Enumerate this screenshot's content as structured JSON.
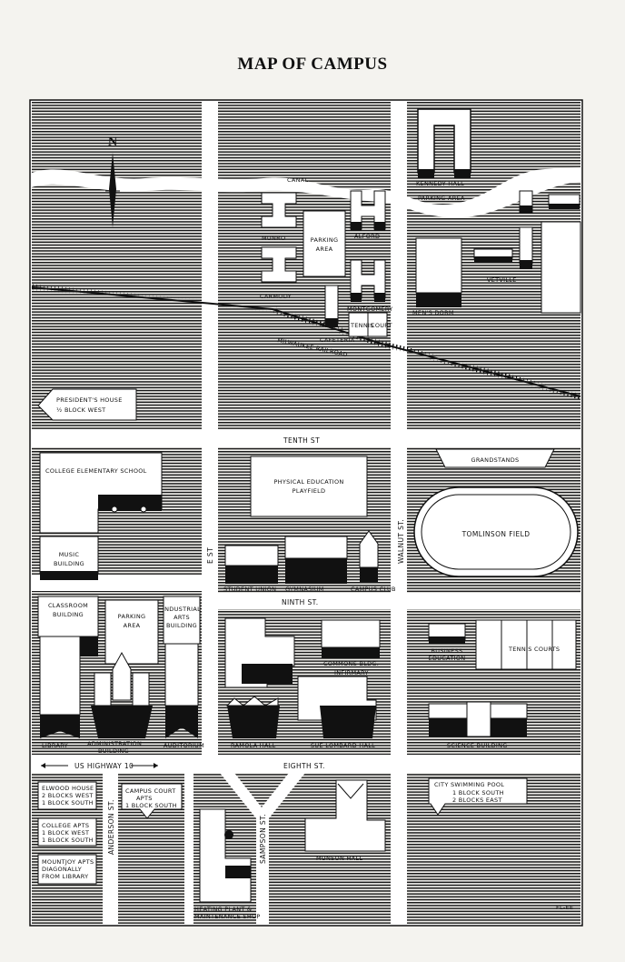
{
  "title": "MAP OF CAMPUS",
  "colors": {
    "ink": "#111111",
    "paper": "#f4f3ef",
    "white": "#ffffff"
  },
  "compass": {
    "north_label": "N"
  },
  "waterways": {
    "canal": "CANAL"
  },
  "railroad": {
    "label": "MILWAUKEE RAILROAD"
  },
  "streets": {
    "tenth": "TENTH ST",
    "ninth": "NINTH ST.",
    "eighth": "EIGHTH ST.",
    "e_st": "E ST",
    "walnut": "WALNUT ST.",
    "anderson": "ANDERSON ST.",
    "sampson": "SAMPSON ST.",
    "highway": "US HIGHWAY 10"
  },
  "buildings": {
    "kennedy_hall": "KENNEDY HALL",
    "parking_area_top": "PARKING AREA",
    "munro": "MUNRO",
    "alford": "ALFORD",
    "parking_center": [
      "PARKING",
      "AREA"
    ],
    "carmody": "CARMODY",
    "montgomery": "MONTGOMERY",
    "tennis_court": [
      "TENNIS",
      "COURT"
    ],
    "cafeteria": "CAFETERIA",
    "vetville": "VETVILLE",
    "mens_dorm": "MEN'S DORM",
    "college_elementary": "COLLEGE ELEMENTARY SCHOOL",
    "music": [
      "MUSIC",
      "BUILDING"
    ],
    "classroom": [
      "CLASSROOM",
      "BUILDING"
    ],
    "parking_area_left": [
      "PARKING",
      "AREA"
    ],
    "industrial_arts": [
      "INDUSTRIAL",
      "ARTS",
      "BUILDING"
    ],
    "pe_playfield": [
      "PHYSICAL EDUCATION",
      "PLAYFIELD"
    ],
    "student_union": "STUDENT UNION",
    "gymnasium": "GYMNASIUM",
    "campus_club": "CAMPUS CLUB",
    "grandstands": "GRANDSTANDS",
    "tomlinson_field": "TOMLINSON FIELD",
    "library": "LIBRARY",
    "administration": [
      "ADMINISTRATION",
      "BUILDING"
    ],
    "auditorium": "AUDITORIUM",
    "commons": "COMMONS BLDG.",
    "infirmary": "INFIRMARY",
    "ramola_hall": "RAMOLA HALL",
    "sue_lombard": "SUE LOMBARD HALL",
    "business_education": [
      "BUSINESS",
      "EDUCATION"
    ],
    "tennis_courts": "TENNIS   COURTS",
    "science": "SCIENCE BUILDING",
    "heating_plant": [
      "HEATING PLANT &",
      "MAINTENANCE SHOP"
    ],
    "munson_hall": "MUNSON HALL"
  },
  "signs": {
    "presidents_house": [
      "PRESIDENT'S HOUSE",
      "½ BLOCK WEST"
    ],
    "elwood_house": [
      "ELWOOD HOUSE",
      "2 BLOCKS WEST",
      "1 BLOCK SOUTH"
    ],
    "college_apts": [
      "COLLEGE APTS",
      "1 BLOCK WEST",
      "1 BLOCK SOUTH"
    ],
    "mountjoy_apts": [
      "MOUNTJOY APTS",
      "DIAGONALLY",
      "FROM LIBRARY"
    ],
    "campus_court": [
      "CAMPUS COURT",
      "APTS",
      "1 BLOCK SOUTH"
    ],
    "city_pool": [
      "CITY SWIMMING POOL",
      "1 BLOCK SOUTH",
      "2 BLOCKS EAST"
    ]
  },
  "signature": "FL-EE"
}
